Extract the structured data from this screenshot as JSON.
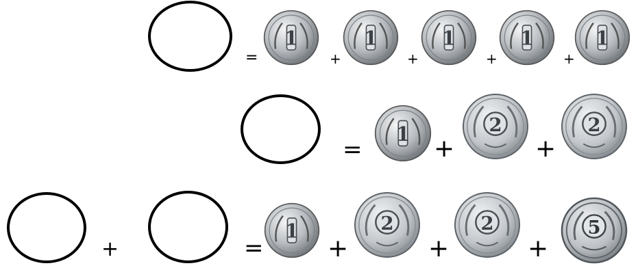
{
  "rows": [
    {
      "id": "row-1",
      "left_blanks": 1,
      "equals": "=",
      "plus": "+",
      "coins": [
        "1",
        "1",
        "1",
        "1",
        "1"
      ]
    },
    {
      "id": "row-2",
      "left_blanks": 1,
      "equals": "=",
      "plus": "+",
      "coins": [
        "1",
        "2",
        "2"
      ]
    },
    {
      "id": "row-3",
      "left_blanks": 2,
      "equals": "=",
      "plus": "+",
      "coins": [
        "1",
        "2",
        "2",
        "5"
      ]
    }
  ],
  "colors": {
    "ink": "#000000",
    "coin_light": "#e6e8ea",
    "coin_mid": "#b9bdc1",
    "coin_dark": "#6d7277"
  }
}
